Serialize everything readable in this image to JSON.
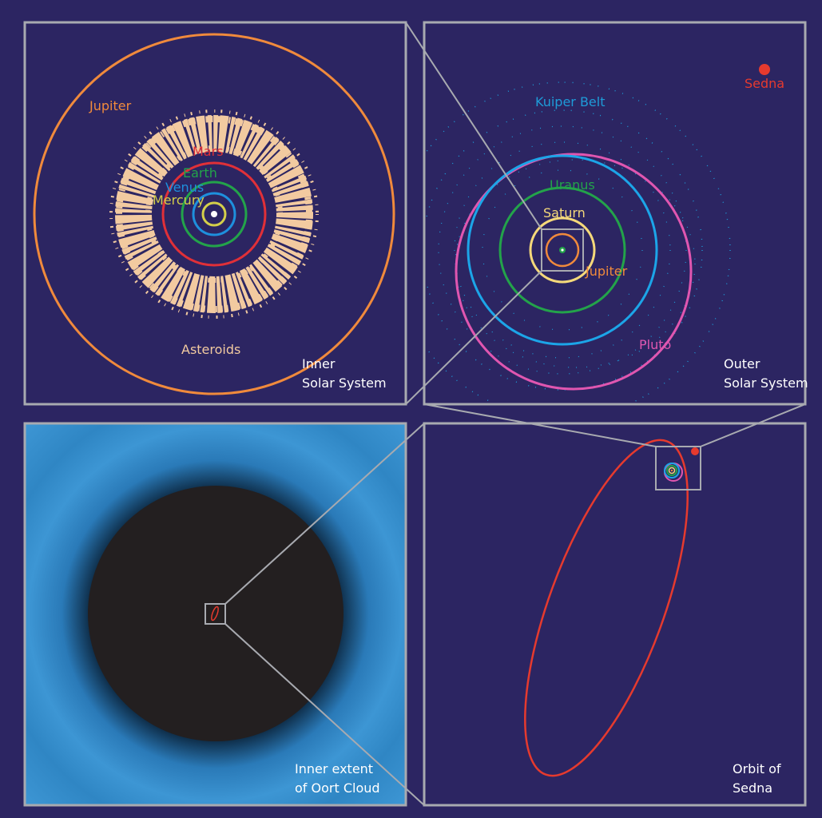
{
  "colors": {
    "background": "#2c2562",
    "frame": "#a8aab0",
    "jupiter": "#f08a3c",
    "mars": "#e03038",
    "earth": "#23a34a",
    "venus": "#1e90dd",
    "mercury": "#d4cf4a",
    "asteroids": "#f2caa0",
    "uranus": "#23a34a",
    "saturn": "#f5d97a",
    "neptune": "#1ca5e8",
    "pluto": "#e056b0",
    "sedna": "#e63a2e",
    "kuiper": "#1e9bd8",
    "oort_outer": "#3b8fcf",
    "oort_inner": "#231f20",
    "white": "#ffffff"
  },
  "panels": {
    "inner": {
      "title_line1": "Inner",
      "title_line2": "Solar System",
      "labels": {
        "jupiter": "Jupiter",
        "mars": "Mars",
        "earth": "Earth",
        "venus": "Venus",
        "mercury": "Mercury",
        "asteroids": "Asteroids"
      }
    },
    "outer": {
      "title_line1": "Outer",
      "title_line2": "Solar System",
      "labels": {
        "kuiper": "Kuiper Belt",
        "uranus": "Uranus",
        "saturn": "Saturn",
        "jupiter": "Jupiter",
        "pluto": "Pluto",
        "sedna": "Sedna"
      }
    },
    "oort": {
      "title_line1": "Inner extent",
      "title_line2": "of Oort Cloud"
    },
    "sedna_orbit": {
      "title_line1": "Orbit of",
      "title_line2": "Sedna"
    }
  }
}
